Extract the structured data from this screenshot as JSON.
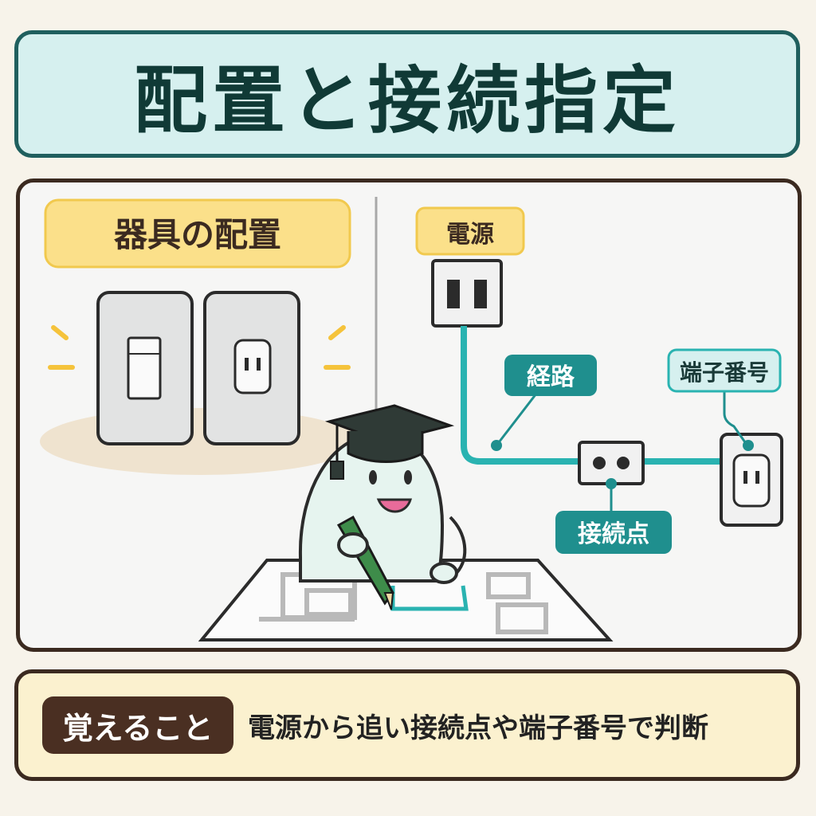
{
  "title": "配置と接続指定",
  "left_section": {
    "label": "器具の配置"
  },
  "right_section": {
    "labels": {
      "power": "電源",
      "route": "経路",
      "terminal": "端子番号",
      "junction": "接続点"
    }
  },
  "bottom": {
    "badge": "覚えること",
    "text": "電源から追い接続点や端子番号で判断"
  },
  "colors": {
    "accent_teal": "#1f8f8e",
    "route_teal": "#2ab3b1",
    "title_bg": "#d6f0ef",
    "label_yellow": "#fbe08a",
    "badge_brown": "#4a2f22",
    "panel_border": "#3b2a20"
  }
}
